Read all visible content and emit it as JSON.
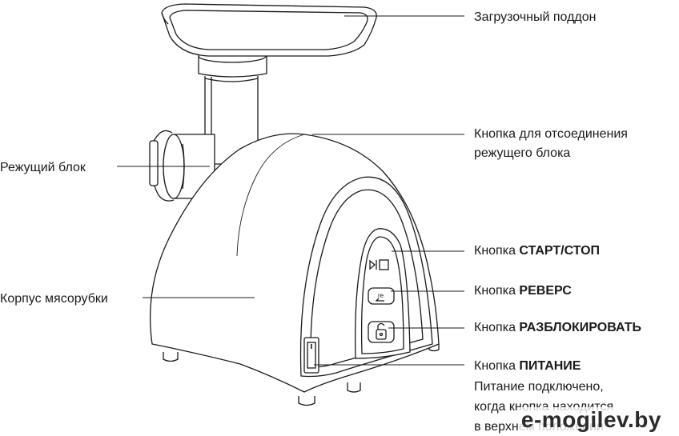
{
  "labels": {
    "tray": "Загрузочный поддон",
    "release_line1": "Кнопка для отсоединения",
    "release_line2": "режущего блока",
    "cutting_unit": "Режущий блок",
    "body": "Корпус мясорубки",
    "start_prefix": "Кнопка ",
    "start_bold": "СТАРТ/СТОП",
    "reverse_prefix": "Кнопка ",
    "reverse_bold": "РЕВЕРС",
    "unlock_prefix": "Кнопка ",
    "unlock_bold": "РАЗБЛОКИРОВАТЬ",
    "power_prefix": "Кнопка ",
    "power_bold": "ПИТАНИЕ",
    "power_line2": "Питание подключено,",
    "power_line3": "когда кнопка находится",
    "power_line4": "в верхнем положении"
  },
  "buttons": {
    "reverse_text": "re"
  },
  "watermark": "e-mogilev.by",
  "colors": {
    "line": "#1a1a1a",
    "fill": "#ffffff"
  }
}
